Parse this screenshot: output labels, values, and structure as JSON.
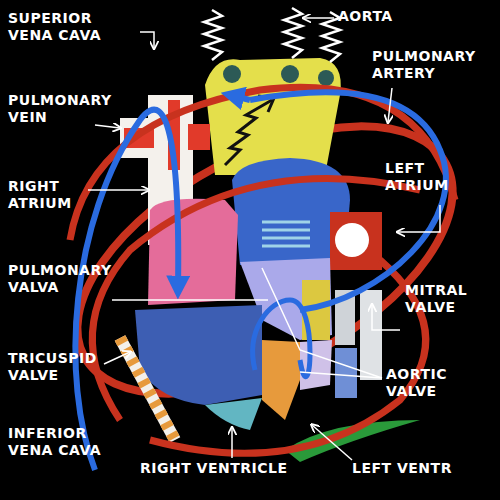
{
  "diagram": {
    "labels": [
      "SUPERIOR VENA CAVA",
      "AORTA",
      "PULMONARY ARTERY",
      "PULMONARY VEIN",
      "LEFT ATRIUM",
      "RIGHT ATRIUM",
      "PULMONARY VALVA",
      "MITRAL VALVE",
      "TRICUSPID VALVE",
      "AORTIC VALVE",
      "INFERIOR VENA CAVA",
      "RIGHT VENTRICLE",
      "LEFT VENTR"
    ]
  }
}
